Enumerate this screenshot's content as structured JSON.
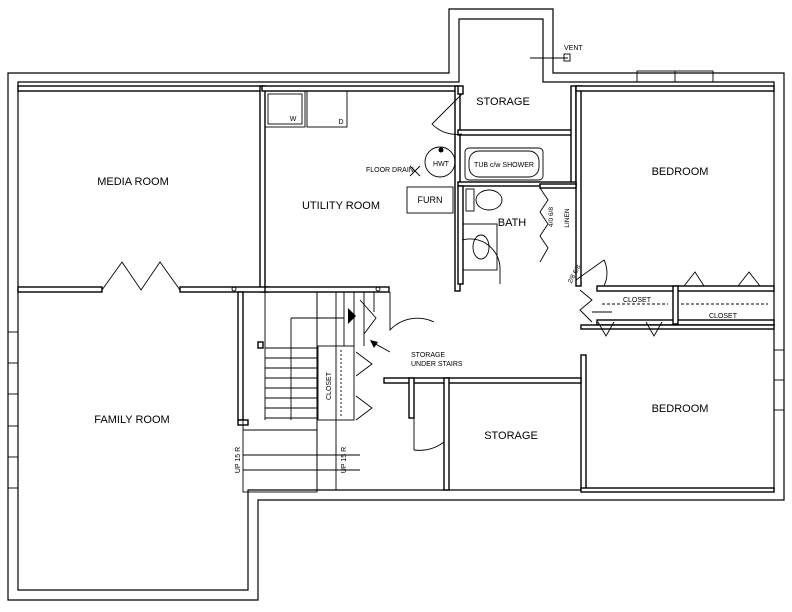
{
  "rooms": {
    "media_room": "MEDIA ROOM",
    "family_room": "FAMILY ROOM",
    "utility_room": "UTILITY ROOM",
    "storage_top": "STORAGE",
    "storage_bottom": "STORAGE",
    "bedroom_top": "BEDROOM",
    "bedroom_bottom": "BEDROOM",
    "bath": "BATH"
  },
  "fixtures": {
    "washer": "W",
    "dryer": "D",
    "hot_water_tank": "HWT",
    "furnace": "FURN",
    "tub": "TUB c/w SHOWER",
    "floor_drain": "FLOOR DRAIN",
    "vent": "VENT"
  },
  "closets": {
    "bedroom_closet_left": "CLOSET",
    "bedroom_closet_right": "CLOSET",
    "stair_closet": "CLOSET",
    "linen": "LINEN"
  },
  "notes": {
    "storage_under_stairs_line1": "STORAGE",
    "storage_under_stairs_line2": "UNDER STAIRS",
    "stair_left": "UP 15 R",
    "stair_right": "UP 15 R",
    "door_linen": "4/0 6/8",
    "door_bath": "2/8 6/8"
  }
}
